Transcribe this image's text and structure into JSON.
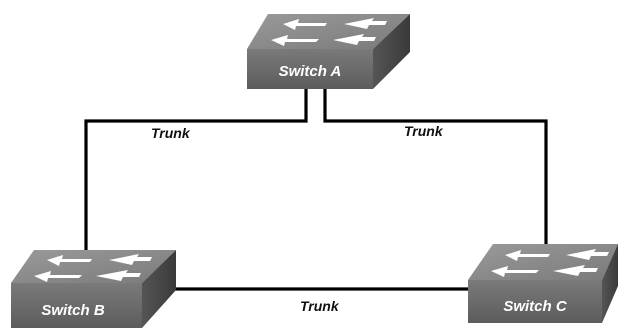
{
  "switches": {
    "a": {
      "label": "Switch A",
      "icon": "switch-icon"
    },
    "b": {
      "label": "Switch B",
      "icon": "switch-icon"
    },
    "c": {
      "label": "Switch C",
      "icon": "switch-icon"
    }
  },
  "links": {
    "a_b": {
      "label": "Trunk"
    },
    "a_c": {
      "label": "Trunk"
    },
    "b_c": {
      "label": "Trunk"
    }
  },
  "colors": {
    "switch_top": "#8a8a8a",
    "switch_front": "#6b6b6b",
    "switch_side": "#4a4a4a",
    "link": "#000000"
  }
}
